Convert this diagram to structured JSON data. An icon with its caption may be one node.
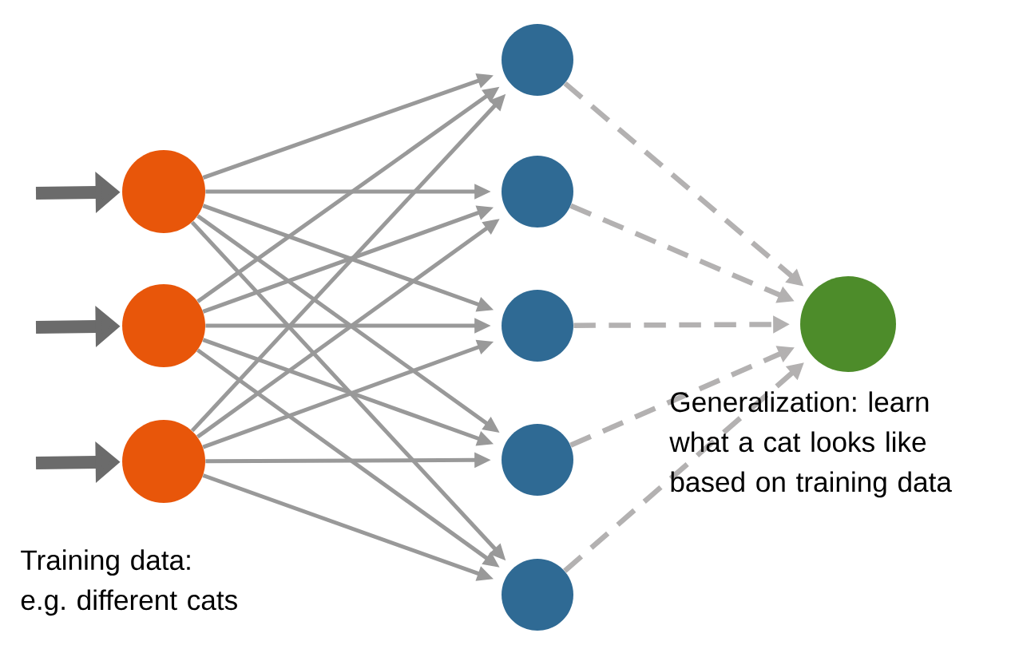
{
  "diagram": {
    "nodes": [
      {
        "text": [],
        "shape": "circle"
      },
      {
        "text": [],
        "shape": "circle"
      },
      {
        "text": [],
        "shape": "circle"
      },
      {
        "text": [],
        "shape": "circle"
      },
      {
        "text": [],
        "shape": "circle"
      },
      {
        "text": [],
        "shape": "circle"
      },
      {
        "text": [],
        "shape": "circle"
      },
      {
        "text": [],
        "shape": "circle"
      },
      {
        "text": [],
        "shape": "circle"
      }
    ],
    "edges": [
      {
        "from": null,
        "to": 0,
        "arrow": "to",
        "style": "thick",
        "color": "#6b6b6b"
      },
      {
        "from": null,
        "to": 1,
        "arrow": "to",
        "style": "thick",
        "color": "#6b6b6b"
      },
      {
        "from": null,
        "to": 2,
        "arrow": "to",
        "style": "thick",
        "color": "#6b6b6b"
      },
      {
        "from": 0,
        "to": 3,
        "arrow": "to"
      },
      {
        "from": 0,
        "to": 4,
        "arrow": "to"
      },
      {
        "from": 0,
        "to": 5,
        "arrow": "to"
      },
      {
        "from": 0,
        "to": 6,
        "arrow": "to"
      },
      {
        "from": 0,
        "to": 7,
        "arrow": "to"
      },
      {
        "from": 1,
        "to": 3,
        "arrow": "to"
      },
      {
        "from": 1,
        "to": 4,
        "arrow": "to"
      },
      {
        "from": 1,
        "to": 5,
        "arrow": "to"
      },
      {
        "from": 1,
        "to": 6,
        "arrow": "to"
      },
      {
        "from": 1,
        "to": 7,
        "arrow": "to"
      },
      {
        "from": 2,
        "to": 3,
        "arrow": "to"
      },
      {
        "from": 2,
        "to": 4,
        "arrow": "to"
      },
      {
        "from": 2,
        "to": 5,
        "arrow": "to"
      },
      {
        "from": 2,
        "to": 6,
        "arrow": "to"
      },
      {
        "from": 2,
        "to": 7,
        "arrow": "to"
      },
      {
        "from": 3,
        "to": 8,
        "arrow": "to",
        "style": "dashed",
        "color": "#b3b1b1"
      },
      {
        "from": 4,
        "to": 8,
        "arrow": "to",
        "style": "dashed",
        "color": "#b3b1b1"
      },
      {
        "from": 5,
        "to": 8,
        "arrow": "to",
        "style": "dashed",
        "color": "#b3b1b1"
      },
      {
        "from": 6,
        "to": 8,
        "arrow": "to",
        "style": "dashed",
        "color": "#b3b1b1"
      },
      {
        "from": 7,
        "to": 8,
        "arrow": "to",
        "style": "dashed",
        "color": "#b3b1b1"
      }
    ],
    "labels": [
      "Training data: e.g. different cats",
      "Generalization: learn what a cat looks like based on training data"
    ]
  }
}
